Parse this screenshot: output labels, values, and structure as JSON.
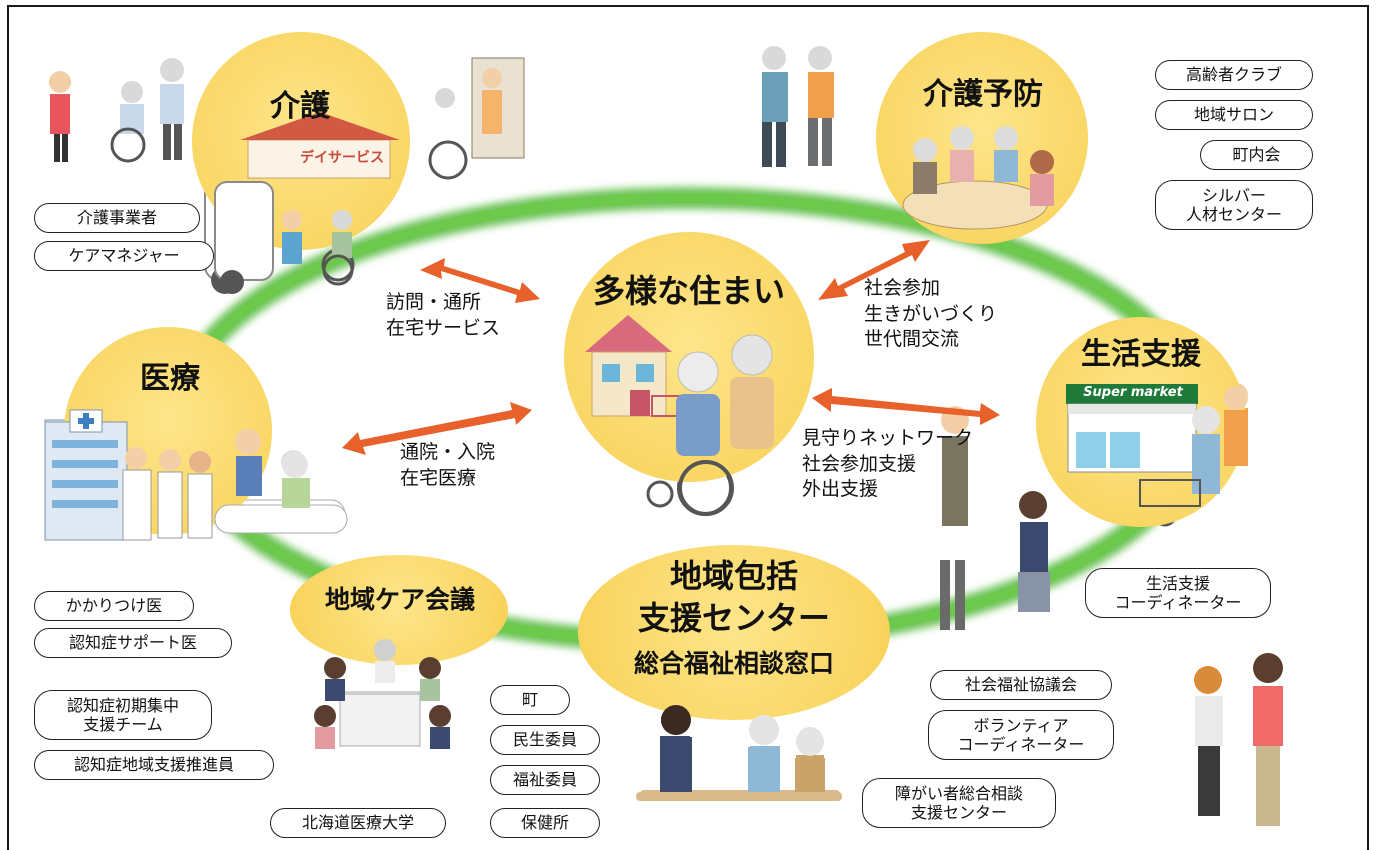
{
  "nodes": {
    "kaigo": {
      "title": "介護"
    },
    "kaigo_yobo": {
      "title": "介護予防"
    },
    "center": {
      "title": "多様な住まい"
    },
    "seikatsu": {
      "title": "生活支援"
    },
    "iryo": {
      "title": "医療"
    },
    "houkatsu": {
      "line1": "地域包括",
      "line2": "支援センター",
      "line3": "総合福祉相談窓口"
    },
    "care_kaigi": {
      "title": "地域ケア会議"
    }
  },
  "signs": {
    "day_service": "デイサービス",
    "supermarket": "Super market"
  },
  "links": {
    "kaigo": {
      "line1": "訪問・通所",
      "line2": "在宅サービス"
    },
    "yobo": {
      "line1": "社会参加",
      "line2": "生きがいづくり",
      "line3": "世代間交流"
    },
    "seikatsu": {
      "line1": "見守りネットワーク",
      "line2": "社会参加支援",
      "line3": "外出支援"
    },
    "iryo": {
      "line1": "通院・入院",
      "line2": "在宅医療"
    }
  },
  "pills": {
    "kaigo_jigyosha": "介護事業者",
    "care_manager": "ケアマネジャー",
    "koureisha_club": "高齢者クラブ",
    "chiiki_salon": "地域サロン",
    "chounaikai": "町内会",
    "silver_center": "シルバー\n人材センター",
    "kakaritsuke": "かかりつけ医",
    "ninchisho_support": "認知症サポート医",
    "ninchisho_team": "認知症初期集中\n支援チーム",
    "ninchisho_suishin": "認知症地域支援推進員",
    "hokkaido_univ": "北海道医療大学",
    "machi": "町",
    "minsei": "民生委員",
    "fukushi": "福祉委員",
    "hokenjo": "保健所",
    "seikatsu_coord": "生活支援\nコーディネーター",
    "shakyo": "社会福祉協議会",
    "volunteer_coord": "ボランティア\nコーディネーター",
    "shogai_center": "障がい者総合相談\n支援センター"
  },
  "colors": {
    "circle": "#fad766",
    "ring": "#52b93a",
    "arrow": "#e8602a"
  }
}
